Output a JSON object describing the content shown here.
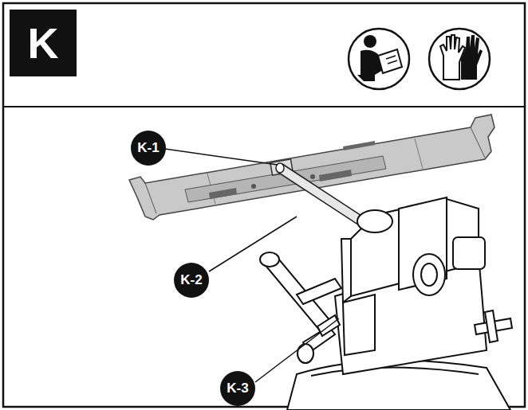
{
  "diagram": {
    "labels": [
      "K",
      "K-1",
      "K-2",
      "K-3"
    ]
  }
}
